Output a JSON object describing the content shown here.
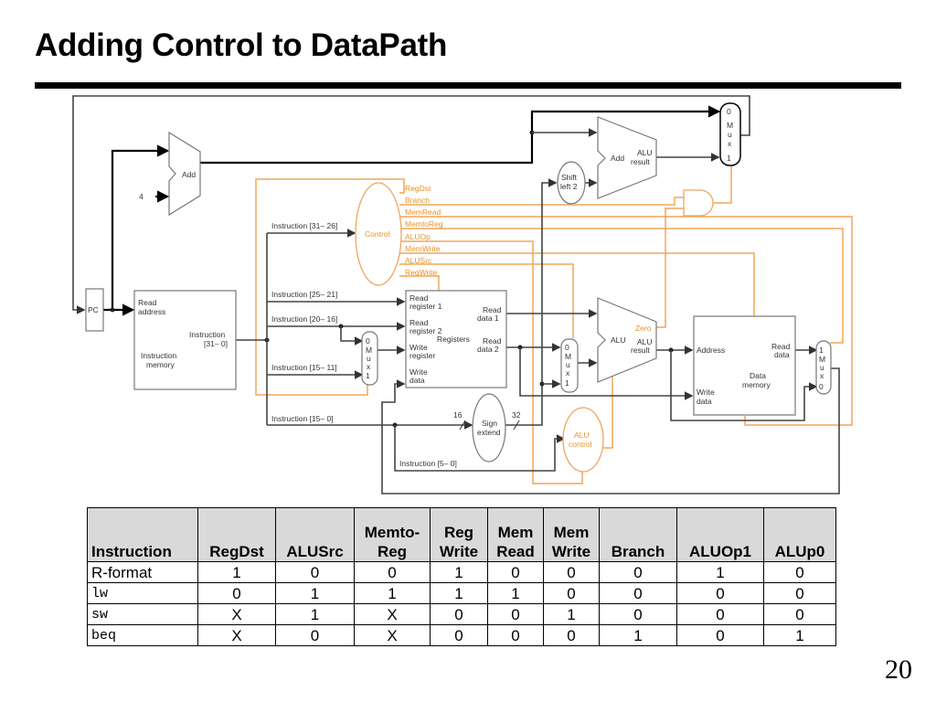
{
  "slide": {
    "title": "Adding Control to DataPath",
    "page_number": "20"
  },
  "diagram": {
    "colors": {
      "control": "#f0a55a",
      "datapath": "#444444",
      "pc_path": "#000000",
      "table_header": "#d9d9d9"
    },
    "pc": "PC",
    "add_pc": "Add",
    "const_four": "4",
    "instr_mem": {
      "read": "Read",
      "address": "address",
      "instruction": "Instruction",
      "bits": "[31– 0]",
      "name1": "Instruction",
      "name2": "memory"
    },
    "fields": {
      "f31_26": "Instruction [31– 26]",
      "f25_21": "Instruction [25– 21]",
      "f20_16": "Instruction [20– 16]",
      "f15_11": "Instruction [15– 11]",
      "f15_0": "Instruction [15– 0]",
      "f5_0": "Instruction [5– 0]"
    },
    "control_unit": "Control",
    "control_signals": [
      "RegDst",
      "Branch",
      "MemRead",
      "MemtoReg",
      "ALUOp",
      "MemWrite",
      "ALUSrc",
      "RegWrite"
    ],
    "registers": {
      "rr1a": "Read",
      "rr1b": "register 1",
      "rr2a": "Read",
      "rr2b": "register 2",
      "wra": "Write",
      "wrb": "register",
      "wda": "Write",
      "wdb": "data",
      "rd1a": "Read",
      "rd1b": "data 1",
      "rd2a": "Read",
      "rd2b": "data 2",
      "name": "Registers"
    },
    "mux": {
      "m": "M",
      "u": "u",
      "x": "x",
      "zero": "0",
      "one": "1"
    },
    "shift": {
      "line1": "Shift",
      "line2": "left 2"
    },
    "add_branch": {
      "name": "Add",
      "res1": "ALU",
      "res2": "result"
    },
    "alu": {
      "name": "ALU",
      "zero": "Zero",
      "res1": "ALU",
      "res2": "result"
    },
    "sign_extend": {
      "line1": "Sign",
      "line2": "extend",
      "in_bits": "16",
      "out_bits": "32"
    },
    "alu_control": {
      "line1": "ALU",
      "line2": "control"
    },
    "data_mem": {
      "address": "Address",
      "rda": "Read",
      "rdb": "data",
      "wda": "Write",
      "wdb": "data",
      "name1": "Data",
      "name2": "memory"
    }
  },
  "table": {
    "headers": [
      [
        "",
        "Instruction"
      ],
      [
        "",
        "RegDst"
      ],
      [
        "",
        "ALUSrc"
      ],
      [
        "Memto-",
        "Reg"
      ],
      [
        "Reg",
        "Write"
      ],
      [
        "Mem",
        "Read"
      ],
      [
        "Mem",
        "Write"
      ],
      [
        "",
        "Branch"
      ],
      [
        "",
        "ALUOp1"
      ],
      [
        "",
        "ALUp0"
      ]
    ],
    "rows": [
      [
        "R-format",
        "1",
        "0",
        "0",
        "1",
        "0",
        "0",
        "0",
        "1",
        "0"
      ],
      [
        "lw",
        "0",
        "1",
        "1",
        "1",
        "1",
        "0",
        "0",
        "0",
        "0"
      ],
      [
        "sw",
        "X",
        "1",
        "X",
        "0",
        "0",
        "1",
        "0",
        "0",
        "0"
      ],
      [
        "beq",
        "X",
        "0",
        "X",
        "0",
        "0",
        "0",
        "1",
        "0",
        "1"
      ]
    ]
  }
}
